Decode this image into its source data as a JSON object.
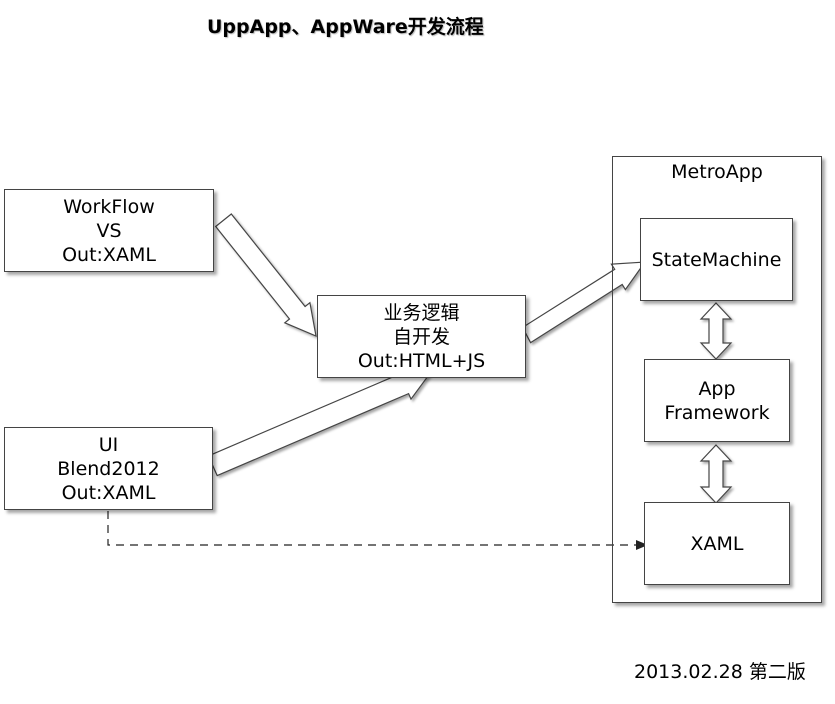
{
  "title": "UppApp、AppWare开发流程",
  "workflow_box": {
    "line1": "WorkFlow",
    "line2": "VS",
    "line3": "Out:XAML"
  },
  "ui_box": {
    "line1": "UI",
    "line2": "Blend2012",
    "line3": "Out:XAML"
  },
  "logic_box": {
    "line1": "业务逻辑",
    "line2": "自开发",
    "line3": "Out:HTML+JS"
  },
  "metro_container": {
    "label": "MetroApp"
  },
  "state_machine_box": {
    "label": "StateMachine"
  },
  "app_framework_box": {
    "line1": "App",
    "line2": "Framework"
  },
  "xaml_box": {
    "label": "XAML"
  },
  "footer": "2013.02.28 第二版",
  "colors": {
    "stroke": "#444444",
    "background": "#ffffff",
    "text": "#000000"
  }
}
